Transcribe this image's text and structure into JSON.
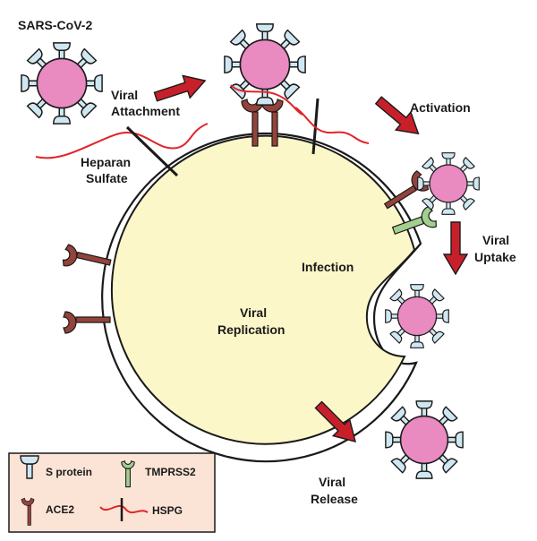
{
  "labels": {
    "title": "SARS-CoV-2",
    "attachment_line1": "Viral",
    "attachment_line2": "Attachment",
    "heparan_line1": "Heparan",
    "heparan_line2": "Sulfate",
    "activation": "Activation",
    "infection": "Infection",
    "replication_line1": "Viral",
    "replication_line2": "Replication",
    "uptake_line1": "Viral",
    "uptake_line2": "Uptake",
    "release_line1": "Viral",
    "release_line2": "Release"
  },
  "legend": {
    "s_protein": "S protein",
    "tmprss2": "TMPRSS2",
    "ace2": "ACE2",
    "hspg": "HSPG"
  },
  "colors": {
    "cell_fill": "#fcf7c8",
    "virus_core": "#e98ac0",
    "spike": "#cfe7f1",
    "ace2": "#94433a",
    "tmprss2": "#a3cf8e",
    "heparan": "#e0242a",
    "arrow": "#c8202a",
    "legend_bg": "#fbe4d6"
  }
}
